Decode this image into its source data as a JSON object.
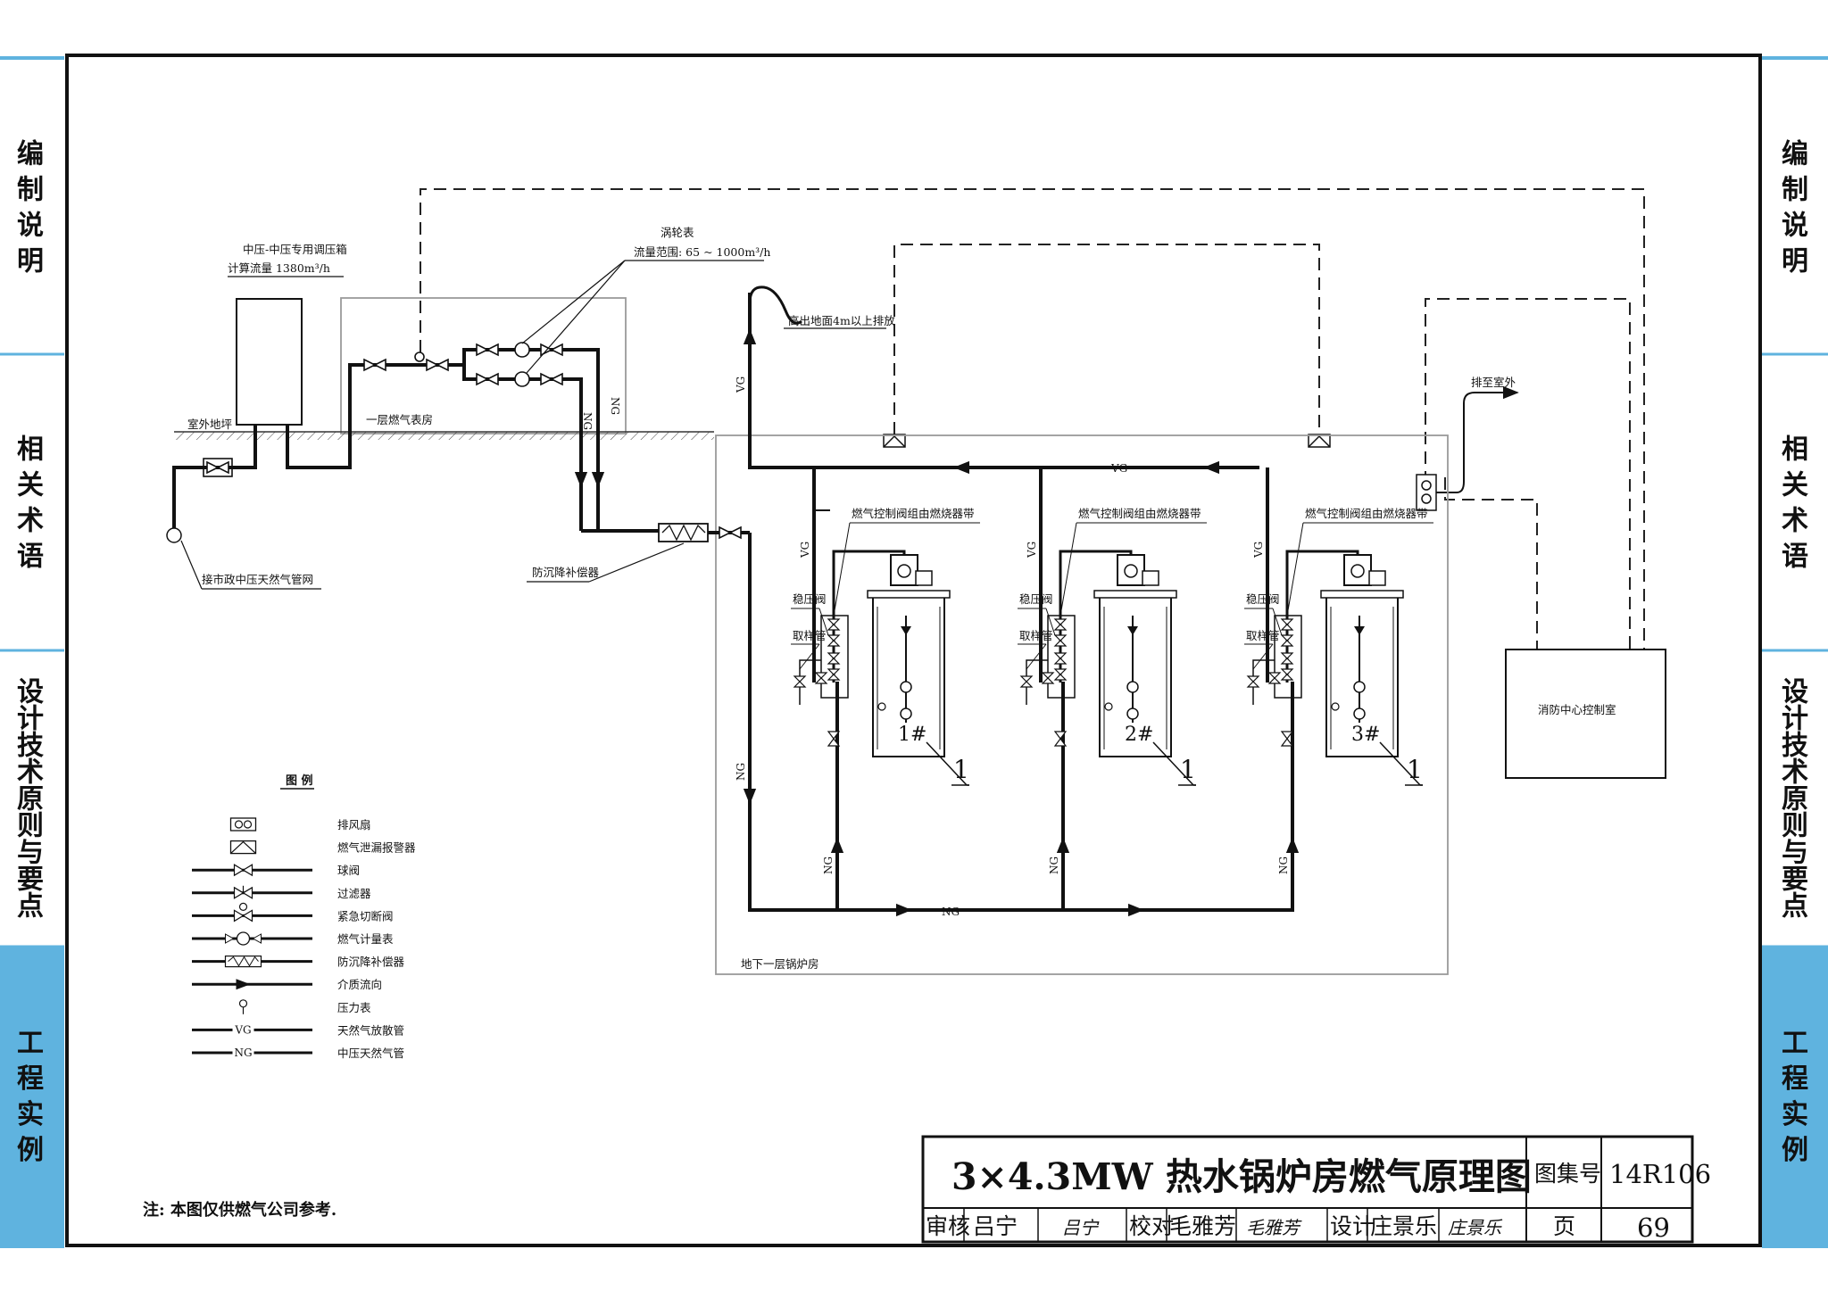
{
  "side_tabs": [
    {
      "label": "编制说明",
      "chars": [
        "编",
        "制",
        "说",
        "明"
      ]
    },
    {
      "label": "相关术语",
      "chars": [
        "相",
        "关",
        "术",
        "语"
      ]
    },
    {
      "label": "设计技术原则与要点",
      "chars": [
        "设",
        "计",
        "技",
        "术",
        "原",
        "则",
        "与",
        "要",
        "点"
      ]
    },
    {
      "label": "工程实例",
      "chars": [
        "工",
        "程",
        "实",
        "例"
      ]
    }
  ],
  "colors": {
    "tab_blue": "#5fb3df",
    "tab_white": "#ffffff",
    "line": "#111111",
    "room_border": "#9a9a9a"
  },
  "labels": {
    "regulator_title": "中压-中压专用调压箱",
    "regulator_flow": "计算流量 1380m³/h",
    "turbine_meter_title": "涡轮表",
    "turbine_meter_range": "流量范围: 65 ~ 1000m³/h",
    "outdoor_ground": "室外地坪",
    "ground_floor_gas_room": "一层燃气表房",
    "vent_note": "高出地面4m以上排放",
    "exhaust_out": "排至室外",
    "city_pipe": "接市政中压天然气管网",
    "anti_settlement": "防沉降补偿器",
    "burner_1": "燃气控制阀组由燃烧器带",
    "burner_2": "燃气控制阀组由燃烧器带",
    "burner_3": "燃气控制阀组由燃烧器带",
    "stabilizer_1": "稳压阀",
    "stabilizer_2": "稳压阀",
    "stabilizer_3": "稳压阀",
    "sampling_1": "取样管",
    "sampling_2": "取样管",
    "sampling_3": "取样管",
    "basement": "地下一层锅炉房",
    "fire_center": "消防中心控制室",
    "vg": "VG",
    "ng": "NG",
    "boiler_1": "1#",
    "boiler_2": "2#",
    "boiler_3": "3#",
    "callout_1": "1",
    "callout_2": "1",
    "callout_3": "1"
  },
  "legend": {
    "title": "图 例",
    "items": [
      {
        "symbol": "exhaust-fan",
        "label": "排风扇"
      },
      {
        "symbol": "gas-leak-alarm",
        "label": "燃气泄漏报警器"
      },
      {
        "symbol": "ball-valve",
        "label": "球阀"
      },
      {
        "symbol": "filter",
        "label": "过滤器"
      },
      {
        "symbol": "emergency-shutoff-valve",
        "label": "紧急切断阀"
      },
      {
        "symbol": "gas-meter",
        "label": "燃气计量表"
      },
      {
        "symbol": "anti-settlement-compensator",
        "label": "防沉降补偿器"
      },
      {
        "symbol": "flow-direction",
        "label": "介质流向"
      },
      {
        "symbol": "pressure-gauge",
        "label": "压力表"
      },
      {
        "symbol": "vent-pipe",
        "label": "天然气放散管",
        "tag": "VG"
      },
      {
        "symbol": "ng-pipe",
        "label": "中压天然气管",
        "tag": "NG"
      }
    ]
  },
  "note": "注: 本图仅供燃气公司参考.",
  "title_block": {
    "title": "3×4.3MW 热水锅炉房燃气原理图",
    "atlas_label": "图集号",
    "atlas_no": "14R106",
    "review_label": "审核",
    "review_name": "吕宁",
    "review_sign": "吕宁",
    "check_label": "校对",
    "check_name": "毛雅芳",
    "check_sign": "毛雅芳",
    "design_label": "设计",
    "design_name": "庄景乐",
    "design_sign": "庄景乐",
    "page_label": "页",
    "page_no": "69"
  }
}
